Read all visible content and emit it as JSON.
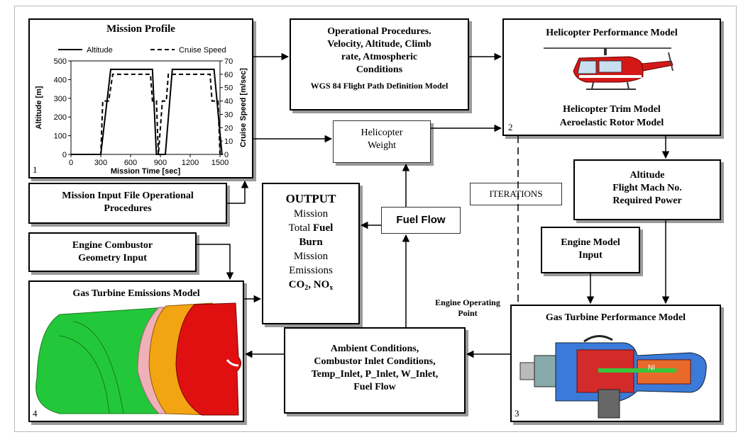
{
  "mission_profile": {
    "title": "Mission Profile",
    "number": "1",
    "chart_data": {
      "type": "line",
      "xlabel": "Mission Time [sec]",
      "ylabel": "Altitude [m]",
      "y2label": "Cruise Speed [m/sec]",
      "xlim": [
        0,
        1500
      ],
      "ylim": [
        0,
        500
      ],
      "y2lim": [
        0,
        70
      ],
      "xticks": [
        "0",
        "300",
        "600",
        "900",
        "1200",
        "1500"
      ],
      "yticks": [
        "0",
        "100",
        "200",
        "300",
        "400",
        "500"
      ],
      "y2ticks": [
        "0",
        "10",
        "20",
        "30",
        "40",
        "50",
        "60",
        "70"
      ],
      "legend": "top",
      "series": [
        {
          "name": "Altitude",
          "axis": "left",
          "style": "solid",
          "x": [
            0,
            300,
            400,
            820,
            860,
            950,
            1020,
            1440,
            1520,
            1530
          ],
          "y": [
            0,
            0,
            455,
            455,
            0,
            0,
            455,
            455,
            0,
            0
          ]
        },
        {
          "name": "Cruise Speed",
          "axis": "right",
          "style": "dashed",
          "x": [
            0,
            300,
            320,
            380,
            420,
            780,
            800,
            820,
            860,
            880,
            880,
            920,
            960,
            980,
            1020,
            1040,
            1400,
            1420,
            1440,
            1470,
            1480,
            1500
          ],
          "y": [
            0,
            0,
            40,
            40,
            60,
            60,
            60,
            40,
            40,
            0,
            0,
            40,
            40,
            60,
            60,
            60,
            60,
            40,
            40,
            40,
            40,
            0
          ]
        }
      ]
    }
  },
  "operational_procedures": {
    "lines": [
      "Operational Procedures.",
      "Velocity, Altitude, Climb",
      "rate, Atmospheric",
      "Conditions"
    ],
    "sub": "WGS 84 Flight Path Definition Model"
  },
  "helicopter_model": {
    "title": "Helicopter Performance Model",
    "line1": "Helicopter Trim Model",
    "line2": "Aeroelastic Rotor Model",
    "number": "2"
  },
  "helicopter_weight": {
    "line1": "Helicopter",
    "line2": "Weight"
  },
  "mission_input": {
    "line1": "Mission Input File Operational",
    "line2": "Procedures"
  },
  "output": {
    "title": "OUTPUT",
    "l1": "Mission",
    "l2a": "Total",
    "l2b": "Fuel",
    "l3": "Burn",
    "l4": "Mission",
    "l5": "Emissions",
    "co2_a": "CO",
    "co2_sub": "2",
    "co2_b": ", NO",
    "nox_sub": "x"
  },
  "fuel_flow": "Fuel Flow",
  "iterations": "ITERATIONS",
  "altitude_box": [
    "Altitude",
    "Flight Mach No.",
    "Required Power"
  ],
  "engine_input": [
    "Engine Model",
    "Input"
  ],
  "combustor_input": [
    "Engine Combustor",
    "Geometry Input"
  ],
  "emissions_model": {
    "title": "Gas Turbine Emissions Model",
    "number": "4"
  },
  "engine_operating_point": [
    "Engine Operating",
    "Point"
  ],
  "ambient": [
    "Ambient Conditions,",
    "Combustor Inlet Conditions,",
    "Temp_Inlet, P_Inlet, W_Inlet,",
    "Fuel Flow"
  ],
  "gt_performance": {
    "title": "Gas Turbine Performance Model",
    "number": "3"
  }
}
